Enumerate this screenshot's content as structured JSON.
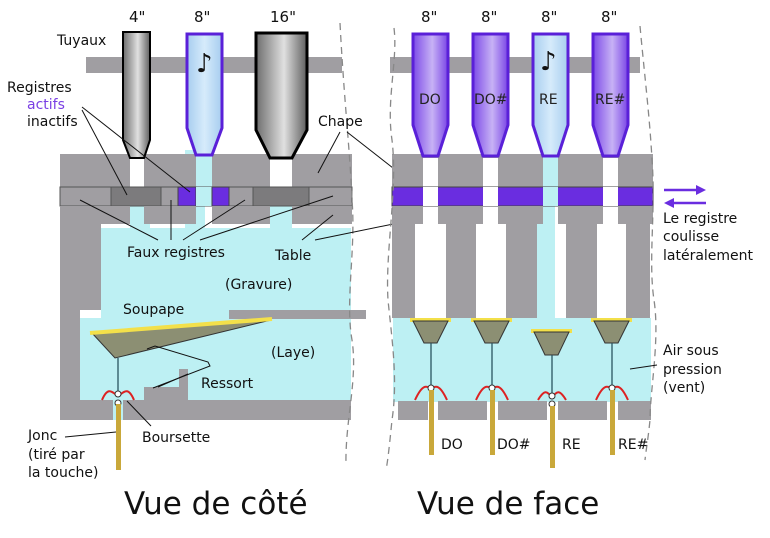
{
  "diagram": {
    "type": "organ windchest (sommier à registres) cross-section",
    "side_view": {
      "title": "Vue de côté",
      "pipe_sizes": [
        "4\"",
        "8\"",
        "16\""
      ],
      "labels": {
        "pipes": "Tuyaux",
        "stops": "Registres",
        "stops_active": "actifs",
        "stops_inactive": "inactifs",
        "upperboard": "Chape",
        "false_stops": "Faux registres",
        "table": "Table",
        "groove": "(Gravure)",
        "pallet": "Soupape",
        "wind_chest": "(Laye)",
        "spring": "Ressort",
        "pouch": "Boursette",
        "pulldown": "Jonc",
        "pulldown_note_1": "(tiré par",
        "pulldown_note_2": "la touche)"
      }
    },
    "front_view": {
      "title": "Vue de face",
      "pipe_sizes": [
        "8\"",
        "8\"",
        "8\"",
        "8\""
      ],
      "pipe_notes": [
        "DO",
        "DO#",
        "RE",
        "RE#"
      ],
      "key_notes": [
        "DO",
        "DO#",
        "RE",
        "RE#"
      ],
      "sounding_note": "RE",
      "labels": {
        "slider_line_1": "Le registre",
        "slider_line_2": "coulisse",
        "slider_line_3": "latéralement",
        "air_line_1": "Air sous",
        "air_line_2": "pression",
        "air_line_3": "(vent)"
      }
    },
    "colors": {
      "active": "#6a2de0",
      "wood": "#a09ea2",
      "wind": "#bdf0f3",
      "pallet_leather": "#f3e04a",
      "pouch": "#dd2222",
      "tracker": "#c9a83a"
    }
  }
}
